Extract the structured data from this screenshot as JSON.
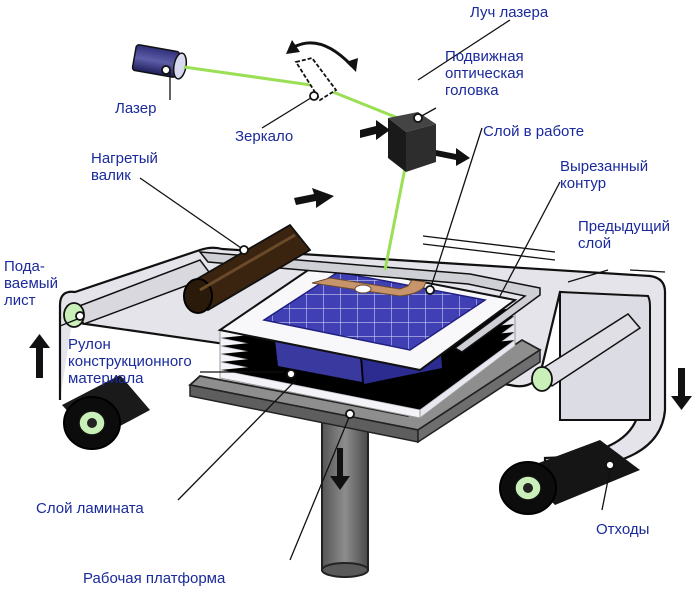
{
  "colors": {
    "label": "#1a2a9c",
    "laser_beam": "#9adf55",
    "sheet_fill": "#ececf0",
    "part_fill": "#3f3fb0",
    "contour_fill": "#c8946c",
    "roller_dark": "#111111",
    "heated_roller": "#3a2410",
    "roll_highlight": "#c9f0b8"
  },
  "labels": {
    "laser_beam": "Луч лазера",
    "laser": "Лазер",
    "mirror": "Зеркало",
    "optical_head": [
      "Подвижная",
      "оптическая",
      "головка"
    ],
    "layer_in_work": "Слой в работе",
    "cut_contour": [
      "Вырезанный",
      "контур"
    ],
    "heated_roller": [
      "Нагретый",
      "валик"
    ],
    "previous_layer": [
      "Предыдущий",
      "слой"
    ],
    "fed_sheet": [
      "Пода-",
      "ваемый",
      "лист"
    ],
    "material_roll": [
      "Рулон",
      "конструкционного",
      "материала"
    ],
    "laminate_layer": "Слой ламината",
    "waste": "Отходы",
    "work_platform": "Рабочая платформа"
  }
}
